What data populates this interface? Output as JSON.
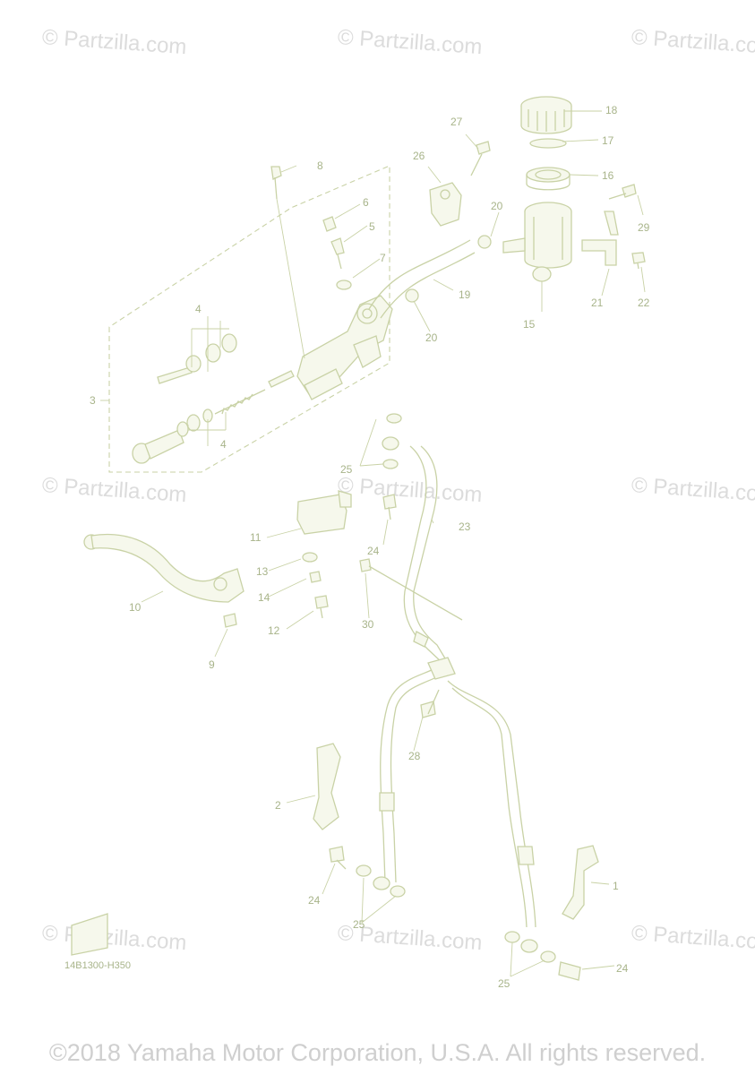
{
  "watermark": {
    "text": "© Partzilla.com"
  },
  "diagram_code": "14B1300-H350",
  "copyright": "©2018 Yamaha Motor Corporation, U.S.A. All rights reserved.",
  "callouts": [
    "1",
    "2",
    "3",
    "4",
    "4",
    "5",
    "6",
    "7",
    "8",
    "9",
    "10",
    "11",
    "12",
    "13",
    "14",
    "15",
    "16",
    "17",
    "18",
    "19",
    "20",
    "20",
    "21",
    "22",
    "23",
    "24",
    "24",
    "24",
    "25",
    "25",
    "25",
    "26",
    "27",
    "28",
    "29",
    "30"
  ],
  "colors": {
    "line": "#c9d2a6",
    "label": "#a8b48a",
    "watermark": "#dcdcdc"
  }
}
